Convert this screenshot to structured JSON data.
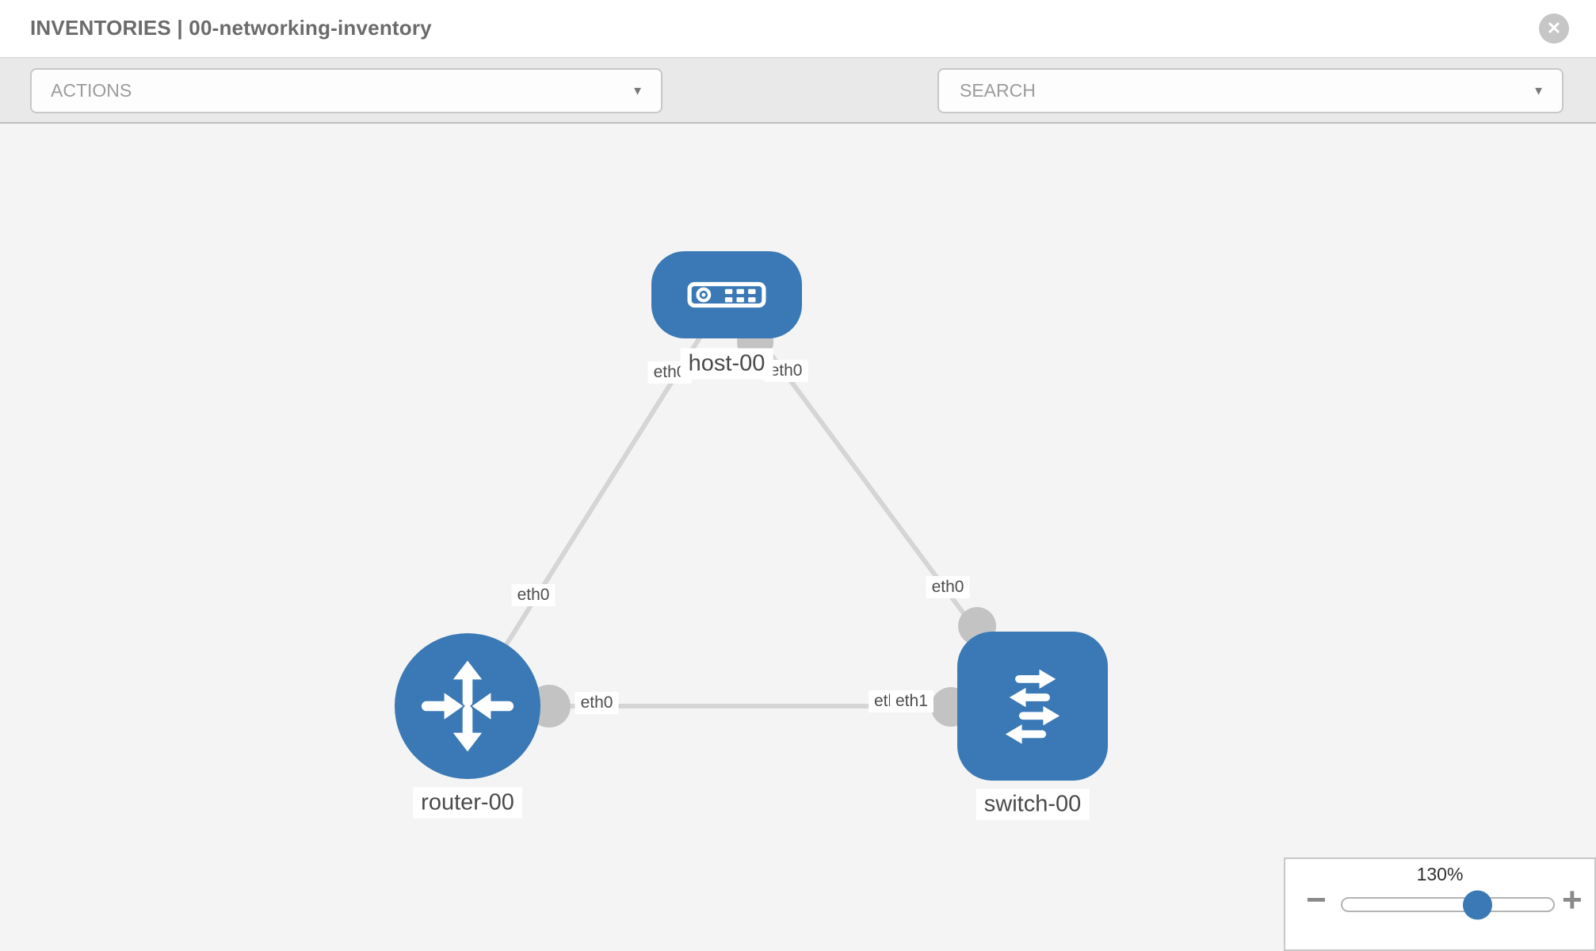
{
  "header": {
    "title": "INVENTORIES | 00-networking-inventory"
  },
  "toolbar": {
    "actions_label": "ACTIONS",
    "search_placeholder": "SEARCH"
  },
  "icons": {
    "close": "✕",
    "caret": "▼",
    "minus": "−",
    "plus": "+",
    "wrench": "wrench-icon",
    "key": "key-icon"
  },
  "topology": {
    "nodes": [
      {
        "id": "host-00",
        "label": "host-00",
        "type": "host",
        "icon": "server-icon"
      },
      {
        "id": "router-00",
        "label": "router-00",
        "type": "router",
        "icon": "router-arrows-icon"
      },
      {
        "id": "switch-00",
        "label": "switch-00",
        "type": "switch",
        "icon": "switch-arrows-icon"
      }
    ],
    "links": [
      {
        "from": "host-00",
        "from_interface": "eth0",
        "to": "router-00",
        "to_interface": "eth0"
      },
      {
        "from": "host-00",
        "from_interface": "eth0",
        "to": "switch-00",
        "to_interface": "eth0"
      },
      {
        "from": "router-00",
        "from_interface": "eth0",
        "to": "switch-00",
        "to_interface": "eth1",
        "to_interface_overlapped": "eth0"
      }
    ]
  },
  "zoom_control": {
    "percent_label": "130%",
    "value": 130
  }
}
